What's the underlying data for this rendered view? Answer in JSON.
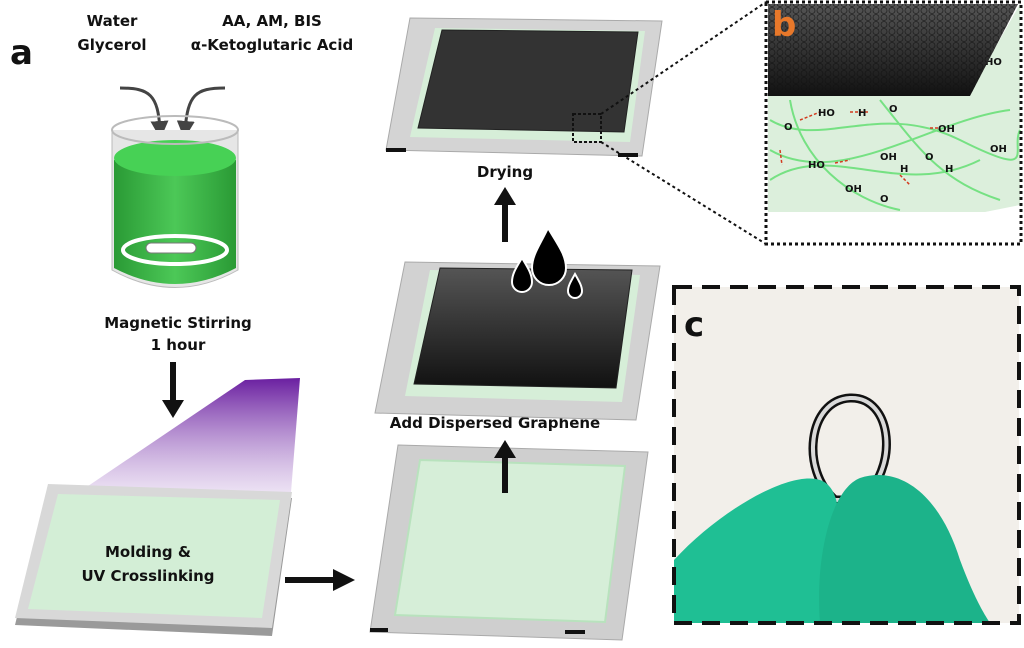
{
  "panels": {
    "a": "a",
    "b": "b",
    "c": "c"
  },
  "step1": {
    "inputs_left": [
      "Water",
      "Glycerol"
    ],
    "inputs_right": [
      "AA, AM, BIS",
      "α-Ketoglutaric Acid"
    ],
    "caption": [
      "Magnetic Stirring",
      "1 hour"
    ]
  },
  "step2": {
    "caption": [
      "Molding &",
      "UV Crosslinking"
    ]
  },
  "step3": {
    "caption": "Add Dispersed Graphene"
  },
  "step4": {
    "caption": "Drying"
  },
  "chem": {
    "oh": "OH",
    "ho": "HO",
    "o": "O",
    "h": "H"
  },
  "colors": {
    "gel_green": "#c8ebcc",
    "liquid_green": "#3fbf4a",
    "uv_purple": "#7a2fa8",
    "graphene": "#2b2b2b",
    "glove": "#1fbf94",
    "panel_b_label": "#e8782a"
  }
}
